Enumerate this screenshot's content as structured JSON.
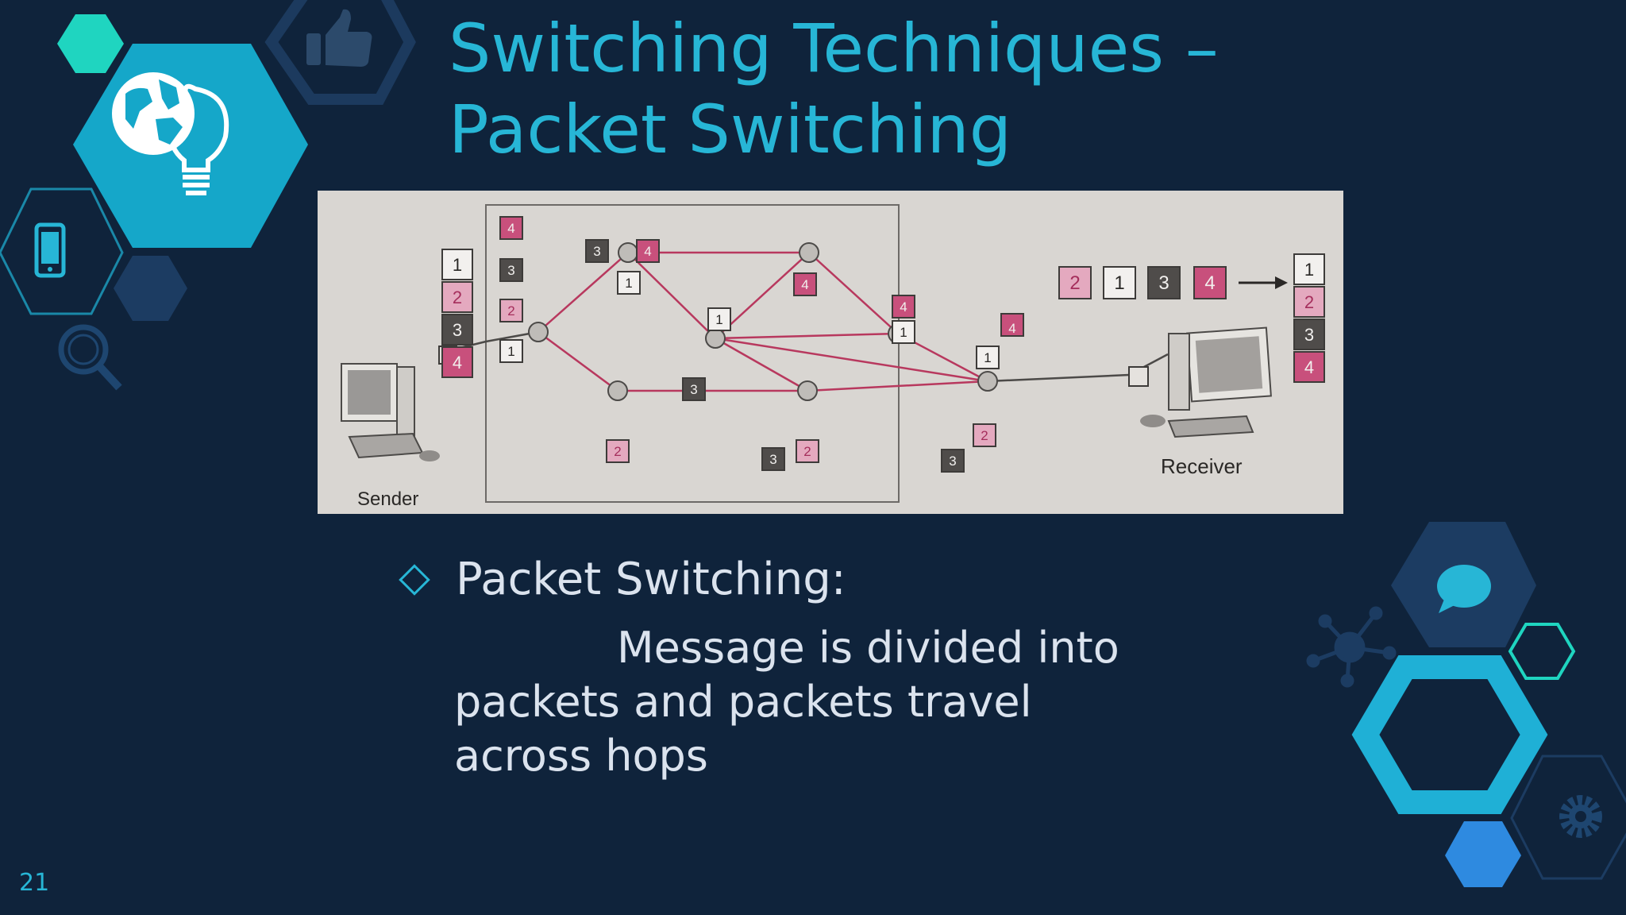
{
  "title": {
    "line1": "Switching Techniques –",
    "line2": "Packet Switching"
  },
  "figure": {
    "sender_label": "Sender",
    "receiver_label": "Receiver",
    "packet_labels": [
      "1",
      "2",
      "3",
      "4"
    ]
  },
  "bullet": {
    "heading": "Packet Switching:",
    "body": "Message is divided into packets and packets travel across hops"
  },
  "page_number": "21",
  "colors": {
    "background": "#0f233b",
    "accent": "#27b6d6",
    "teal": "#1fd5c0",
    "packet_pink": "#c8507c",
    "packet_dark": "#4f4c4a",
    "link_red": "#b8385e"
  },
  "icons": [
    "thumbs-up-icon",
    "globe-bulb-icon",
    "smartphone-icon",
    "magnifier-icon",
    "chat-bubble-icon",
    "network-hub-icon",
    "gear-icon"
  ]
}
